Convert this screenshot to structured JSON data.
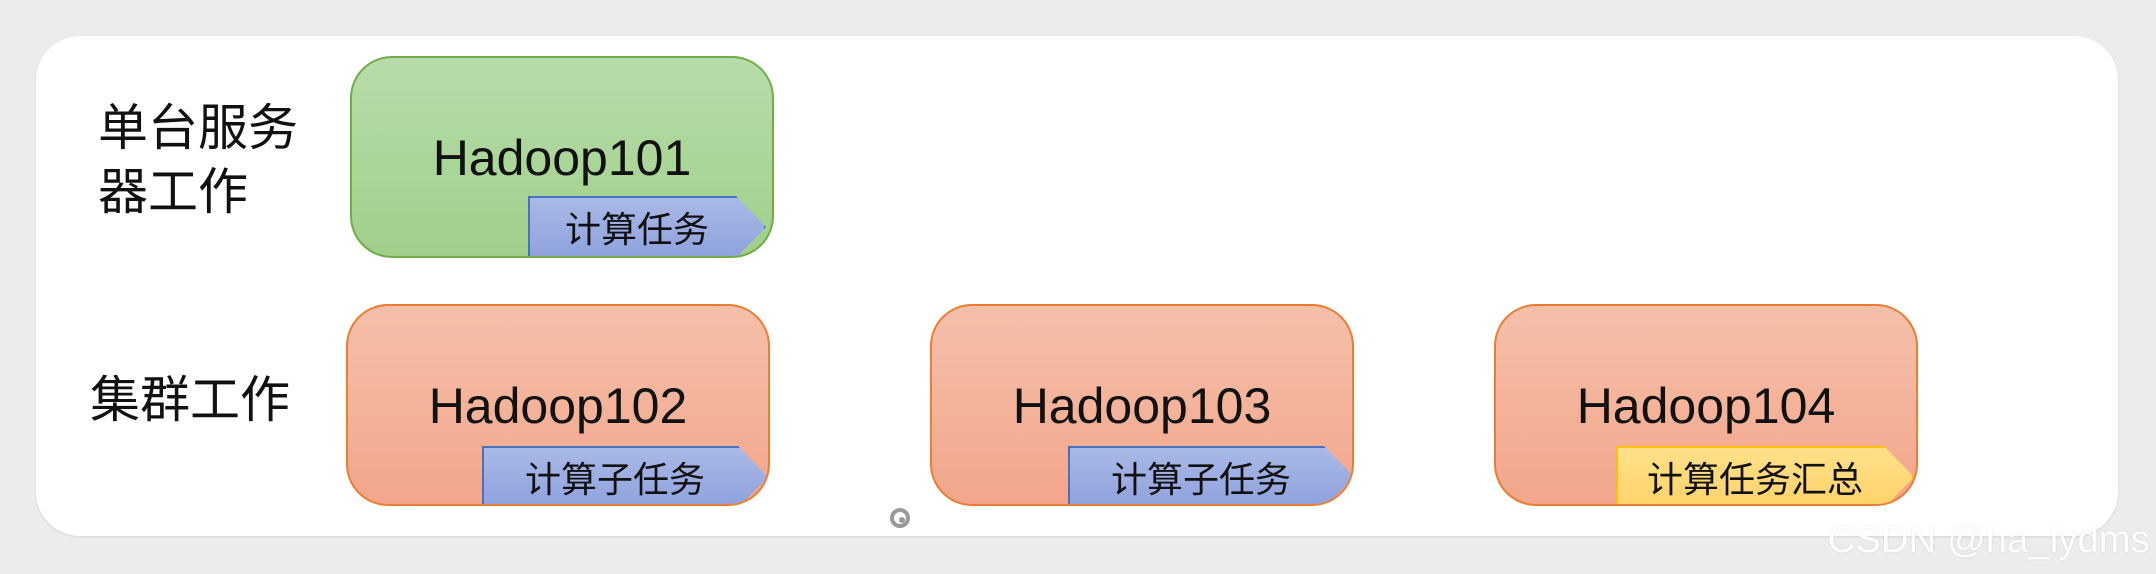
{
  "diagram": {
    "rows": [
      {
        "label": "单台服务\n器工作"
      },
      {
        "label": "集群工作"
      }
    ],
    "nodes": [
      {
        "name": "Hadoop101",
        "task": "计算任务",
        "style": "green",
        "task_style": "blue"
      },
      {
        "name": "Hadoop102",
        "task": "计算子任务",
        "style": "orange",
        "task_style": "blue"
      },
      {
        "name": "Hadoop103",
        "task": "计算子任务",
        "style": "orange",
        "task_style": "blue"
      },
      {
        "name": "Hadoop104",
        "task": "计算任务汇总",
        "style": "orange",
        "task_style": "gold"
      }
    ]
  },
  "watermark": "CSDN @ha_lydms",
  "colors": {
    "canvas_bg": "#ececec",
    "panel_bg": "#ffffff",
    "green_fill": "#a9d18e",
    "green_border": "#70ad47",
    "orange_fill": "#f4b183",
    "orange_border": "#ed7d31",
    "blue_tag_fill": "#8faadc",
    "blue_tag_border": "#4472c4",
    "gold_tag_fill": "#ffd966",
    "gold_tag_border": "#ffc000"
  }
}
